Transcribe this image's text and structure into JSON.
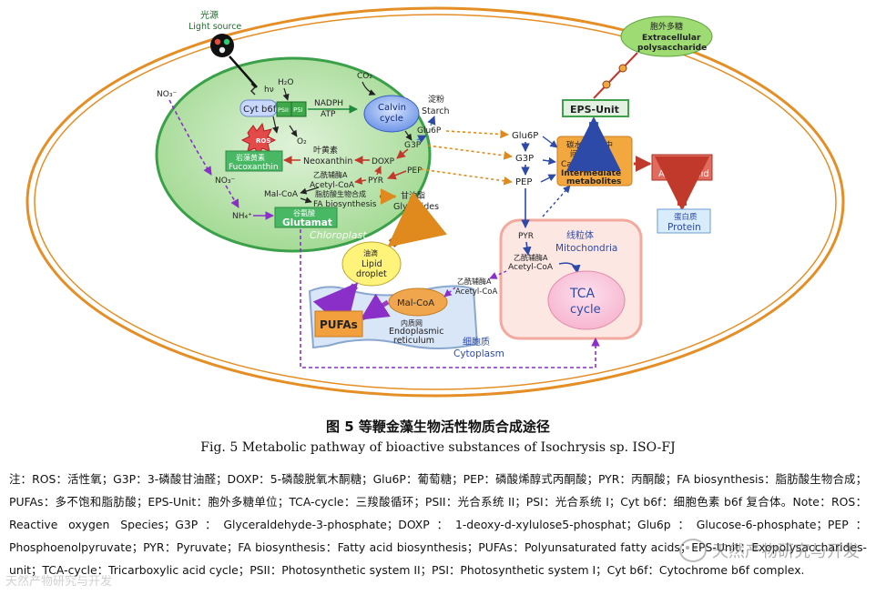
{
  "nodes": {
    "light_source_cn": "光源",
    "light_source_en": "Light source",
    "hv": "hν",
    "h2o": "H₂O",
    "co2": "CO₂",
    "no3_out": "NO₃⁻",
    "no3_in": "NO₃⁻",
    "nh4": "NH₄⁺",
    "cyt": "Cyt b6f",
    "psii": "PSII",
    "psi": "PSI",
    "ros": "ROS",
    "o2": "O₂",
    "nadph": "NADPH",
    "atp": "ATP",
    "calvin_l1": "Calvin",
    "calvin_l2": "cycle",
    "starch_cn": "淀粉",
    "starch_en": "Starch",
    "glu6p_in": "Glu6P",
    "g3p_in": "G3P",
    "neox_cn": "叶黄素",
    "neox_en": "Neoxanthin",
    "doxp": "DOXP",
    "fuco_cn": "岩藻黄素",
    "fuco_en": "Fucoxanthin",
    "pep_in": "PEP",
    "pyr_in": "PYR",
    "acetyl_in_cn": "乙酰辅酶A",
    "acetyl_in_en": "Acetyl-CoA",
    "malcoa_in": "Mal-CoA",
    "fa_cn": "脂肪酸生物合成",
    "fa_en": "FA biosynthesis",
    "glyc_cn": "甘油酯",
    "glyc_en": "Glycerides",
    "glut_cn": "谷氨酸",
    "glut_en": "Glutamat",
    "chloroplast": "Chloroplast",
    "lipid_cn": "油滴",
    "lipid_en1": "Lipid",
    "lipid_en2": "droplet",
    "malcoa_er": "Mal-CoA",
    "er_cn": "内质网",
    "er_en1": "Endoplasmic",
    "er_en2": "reticulum",
    "pufas": "PUFAs",
    "acetyl_er_cn": "乙酰辅酶A",
    "acetyl_er_en": "Acetyl-CoA",
    "cyto_cn": "细胞质",
    "cyto_en": "Cytoplasm",
    "glu6p": "Glu6P",
    "g3p": "G3P",
    "pep": "PEP",
    "pyr_mito": "PYR",
    "acetyl_mito_cn": "乙酰辅酶A",
    "acetyl_mito_en": "Acetyl-CoA",
    "mito_cn": "线粒体",
    "mito_en": "Mitochondria",
    "tca_l1": "TCA",
    "tca_l2": "cycle",
    "carb_cn1": "碳水化合物中",
    "carb_cn2": "间代谢产物",
    "carb_en1": "Carbohydrate",
    "carb_en2": "Intermediate",
    "carb_en3": "metabolites",
    "eps": "EPS-Unit",
    "extra_cn": "胞外多糖",
    "extra_en1": "Extracellular",
    "extra_en2": "polysaccharide",
    "amino_cn": "氨基酸",
    "amino_en": "Amino acid",
    "protein_cn": "蛋白质",
    "protein_en": "Protein"
  },
  "caption_cn": "图 5    等鞭金藻生物活性物质合成途径",
  "caption_en": "Fig. 5    Metabolic pathway of bioactive substances of Isochrysis sp. ISO-FJ",
  "note": "注：ROS：活性氧；G3P：3-磷酸甘油醛；DOXP：5-磷酸脱氧木酮糖；Glu6P：葡萄糖；PEP：磷酸烯醇式丙酮酸；PYR：丙酮酸；FA biosynthesis：脂肪酸生物合成；PUFAs：多不饱和脂肪酸；EPS-Unit：胞外多糖单位；TCA-cycle：三羧酸循环；PSII：光合系统 II；PSI：光合系统 I；Cyt b6f：细胞色素 b6f 复合体。Note：ROS：Reactive oxygen Species；G3P：Glyceraldehyde-3-phosphate；DOXP：1-deoxy-d-xylulose5-phosphat；Glu6p：Glucose-6-phosphate；PEP：Phosphoenolpyruvate；PYR：Pyruvate；FA biosynthesis：Fatty acid biosynthesis；PUFAs：Polyunsaturated fatty acids；EPS-Unit：Exopolysaccharides-unit；TCA-cycle：Tricarboxylic acid cycle；PSII：Photosynthetic system II；PSI：Photosynthetic system I；Cyt b6f：Cytochrome b6f complex.",
  "watermark": "天然产物研究与开发",
  "watermark_small": "天然产物研究与开发"
}
